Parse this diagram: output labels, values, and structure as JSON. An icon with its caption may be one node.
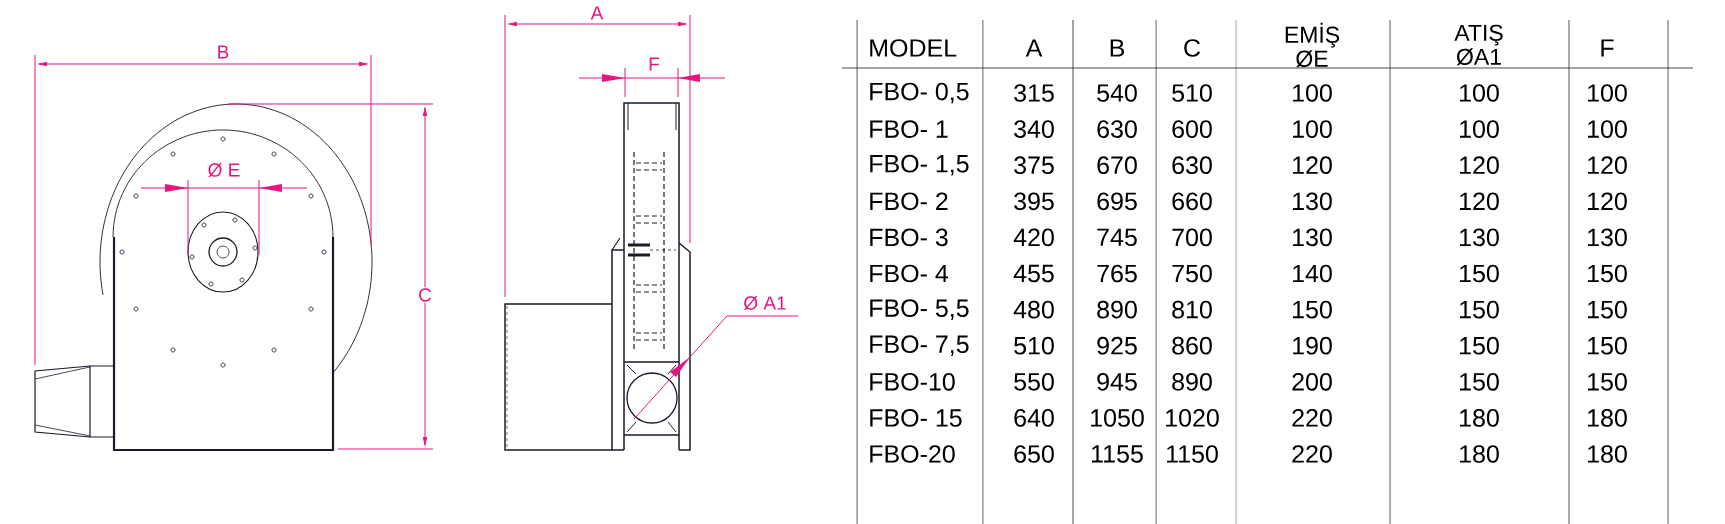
{
  "diagram": {
    "labels": [
      "B",
      "Ø E",
      "C",
      "A",
      "F",
      "Ø A1",
      "MODEL",
      "A",
      "B",
      "C",
      "EMİŞ ØE",
      "ATIŞ ØA1",
      "F",
      "FBO- 0,5",
      "315",
      "540",
      "510",
      "100",
      "100",
      "100",
      "FBO- 1",
      "340",
      "630",
      "600",
      "100",
      "100",
      "100",
      "FBO- 1,5",
      "375",
      "670",
      "630",
      "120",
      "120",
      "120",
      "FBO- 2",
      "395",
      "695",
      "660",
      "130",
      "120",
      "120",
      "FBO- 3",
      "420",
      "745",
      "700",
      "130",
      "130",
      "130",
      "FBO- 4",
      "455",
      "765",
      "750",
      "140",
      "150",
      "150",
      "FBO- 5,5",
      "480",
      "890",
      "810",
      "150",
      "150",
      "150",
      "FBO- 7,5",
      "510",
      "925",
      "860",
      "190",
      "150",
      "150",
      "FBO-10",
      "550",
      "945",
      "890",
      "200",
      "150",
      "150",
      "FBO- 15",
      "640",
      "1050",
      "1020",
      "220",
      "180",
      "180",
      "FBO-20",
      "650",
      "1155",
      "1150",
      "220",
      "180",
      "180"
    ]
  }
}
